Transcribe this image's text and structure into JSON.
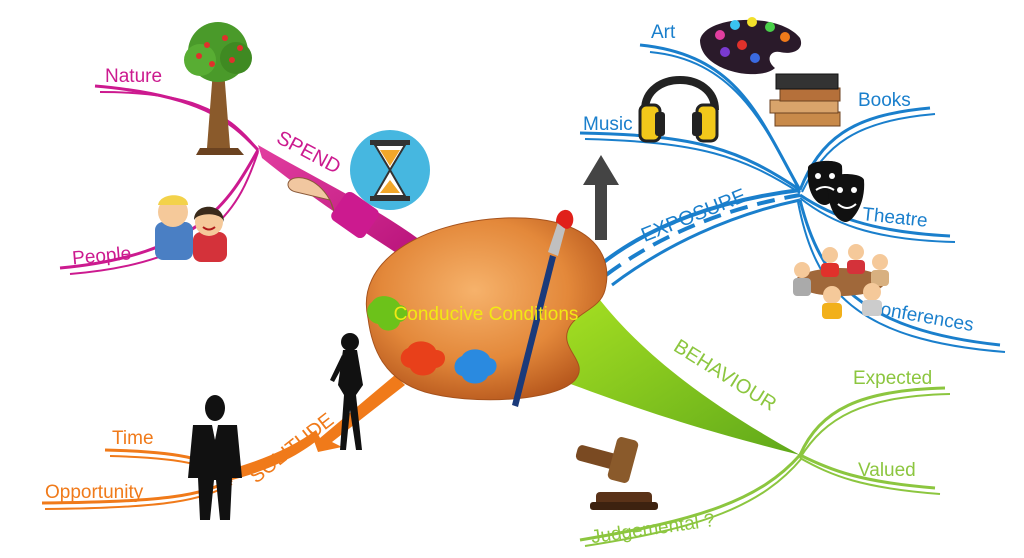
{
  "center": {
    "label": "Conducive Conditions"
  },
  "branches": {
    "spend": {
      "label": "SPEND",
      "color": "#cc1a8f",
      "children": [
        "Nature",
        "People"
      ]
    },
    "exposure": {
      "label": "EXPOSURE",
      "color": "#1a7fcc",
      "children": [
        "Art",
        "Music",
        "Books",
        "Theatre",
        "Conferences"
      ]
    },
    "behaviour": {
      "label": "BEHAVIOUR",
      "color": "#8cc63f",
      "children": [
        "Expected",
        "Valued",
        "Judgemental ?"
      ]
    },
    "solitude": {
      "label": "SOLITUDE",
      "color": "#f07a1a",
      "children": [
        "Time",
        "Opportunity"
      ]
    }
  },
  "icons": [
    "tree-icon",
    "people-couple-icon",
    "hourglass-icon",
    "pointing-hand-icon",
    "palette-icon",
    "paintbrush-icon",
    "up-arrow-icon",
    "art-palette-icon",
    "headphones-icon",
    "books-icon",
    "theatre-masks-icon",
    "conference-icon",
    "gavel-icon",
    "man-silhouette-icon",
    "woman-silhouette-icon"
  ]
}
